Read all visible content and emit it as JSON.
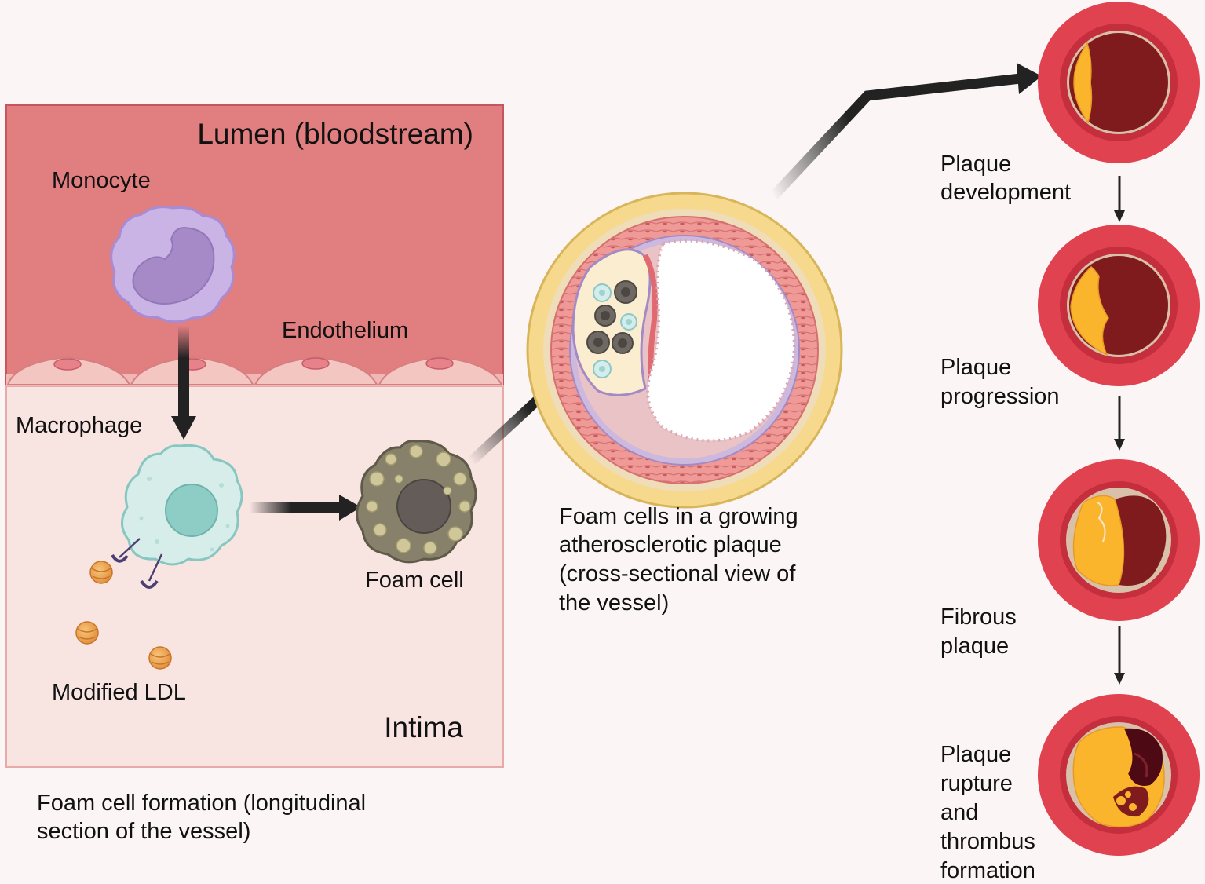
{
  "panels": {
    "lumen": "Lumen (bloodstream)",
    "intima": "Intima"
  },
  "labels": {
    "monocyte": "Monocyte",
    "endothelium": "Endothelium",
    "macrophage": "Macrophage",
    "modified_ldl": "Modified LDL",
    "foam_cell": "Foam cell"
  },
  "captions": {
    "longitudinal": [
      "Foam cell formation (longitudinal",
      "section of the vessel)"
    ],
    "cross_section": [
      "Foam cells in a growing",
      "atherosclerotic plaque",
      "(cross-sectional view of",
      "the vessel)"
    ]
  },
  "stages": [
    {
      "lines": [
        "Plaque",
        "development"
      ]
    },
    {
      "lines": [
        "Plaque",
        "progression"
      ]
    },
    {
      "lines": [
        "Fibrous",
        "plaque"
      ]
    },
    {
      "lines": [
        "Plaque",
        "rupture",
        "and",
        "thrombus",
        "formation"
      ]
    }
  ],
  "colors": {
    "lumen_bg": "#e07e80",
    "intima_bg": "#f8e4e1",
    "vessel_outer": "#e0424f",
    "vessel_inner": "#c42e3d",
    "blood": "#801b1d",
    "plaque_fat": "#fbb52c",
    "monocyte": "#cab4e6",
    "macrophage": "#d6ede9",
    "foam_cell": "#87806a"
  }
}
